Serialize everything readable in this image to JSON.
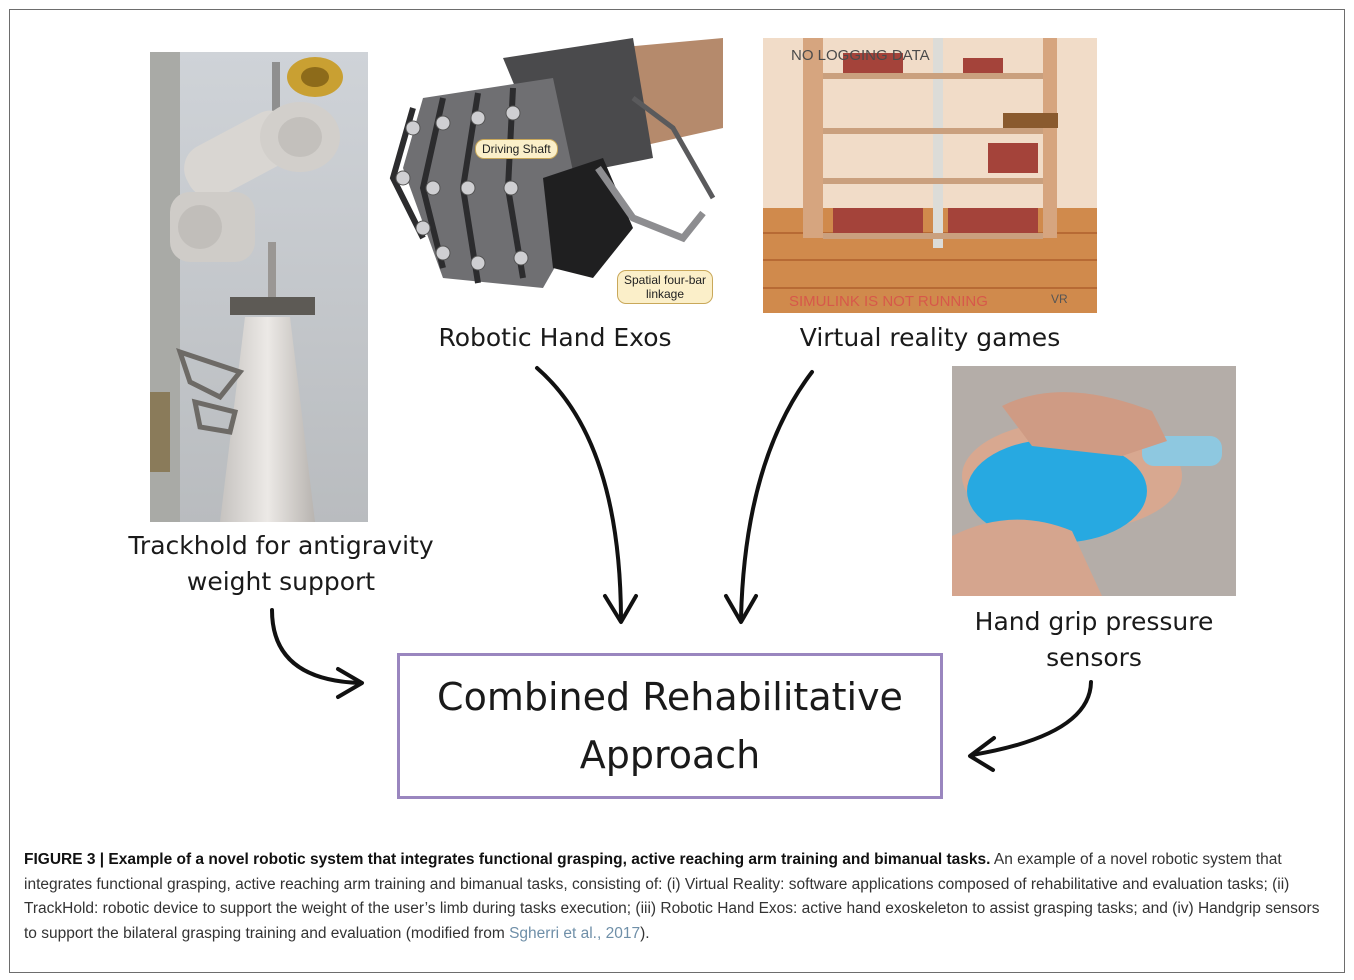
{
  "figure": {
    "photos": {
      "trackhold": {
        "label_line1": "Trackhold for antigravity",
        "label_line2": "weight support"
      },
      "hand_exos": {
        "label": "Robotic Hand Exos",
        "callout_driving": "Driving Shaft",
        "callout_linkage_line1": "Spatial four-bar",
        "callout_linkage_line2": "linkage"
      },
      "vr_games": {
        "label": "Virtual reality games",
        "overlay_top": "NO LOGGING DATA",
        "overlay_bottom": "SIMULINK IS NOT RUNNING",
        "overlay_logo": "VR"
      },
      "grip": {
        "label_line1": "Hand grip pressure",
        "label_line2": "sensors"
      }
    },
    "center_box": {
      "line1": "Combined Rehabilitative",
      "line2": "Approach"
    }
  },
  "caption": {
    "title": "FIGURE 3 | Example of a novel robotic system that integrates functional grasping, active reaching arm training and bimanual tasks.",
    "body": " An example of a novel robotic system that integrates functional grasping, active reaching arm training and bimanual tasks, consisting of: (i) Virtual Reality: software applications composed of rehabilitative and evaluation tasks; (ii) TrackHold: robotic device to support the weight of the user’s limb during tasks execution; (iii) Robotic Hand Exos: active hand exoskeleton to assist grasping tasks; and (iv) Handgrip sensors to support the bilateral grasping training and evaluation (modified from ",
    "citation": "Sgherri et al., 2017",
    "end": ")."
  },
  "colors": {
    "box_border": "#9a86bf",
    "citation_link": "#6f8fa8",
    "vr_overlay_text": "#d7584a"
  }
}
